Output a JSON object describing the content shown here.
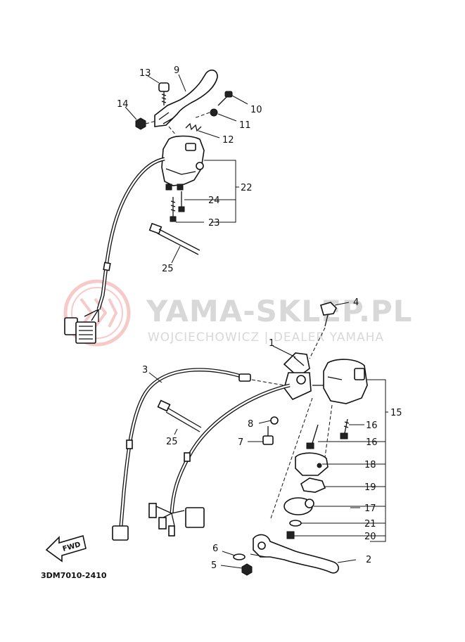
{
  "diagram": {
    "code": "3DM7010-2410",
    "fwd_label": "FWD",
    "watermark": {
      "title": "YAMA-SKLEP.PL",
      "subtitle": "WOJCIECHOWICZ | DEALER YAMAHA"
    },
    "callouts": [
      {
        "id": "13",
        "text": "13"
      },
      {
        "id": "9",
        "text": "9"
      },
      {
        "id": "14",
        "text": "14"
      },
      {
        "id": "10",
        "text": "10"
      },
      {
        "id": "11",
        "text": "11"
      },
      {
        "id": "12",
        "text": "12"
      },
      {
        "id": "22",
        "text": "22"
      },
      {
        "id": "24",
        "text": "24"
      },
      {
        "id": "23",
        "text": "23"
      },
      {
        "id": "25a",
        "text": "25"
      },
      {
        "id": "4",
        "text": "4"
      },
      {
        "id": "1",
        "text": "1"
      },
      {
        "id": "3",
        "text": "3"
      },
      {
        "id": "15",
        "text": "15"
      },
      {
        "id": "16a",
        "text": "16"
      },
      {
        "id": "16b",
        "text": "16"
      },
      {
        "id": "8",
        "text": "8"
      },
      {
        "id": "25b",
        "text": "25"
      },
      {
        "id": "7",
        "text": "7"
      },
      {
        "id": "18",
        "text": "18"
      },
      {
        "id": "19",
        "text": "19"
      },
      {
        "id": "17",
        "text": "17"
      },
      {
        "id": "21",
        "text": "21"
      },
      {
        "id": "20",
        "text": "20"
      },
      {
        "id": "6",
        "text": "6"
      },
      {
        "id": "5",
        "text": "5"
      },
      {
        "id": "2",
        "text": "2"
      }
    ]
  }
}
